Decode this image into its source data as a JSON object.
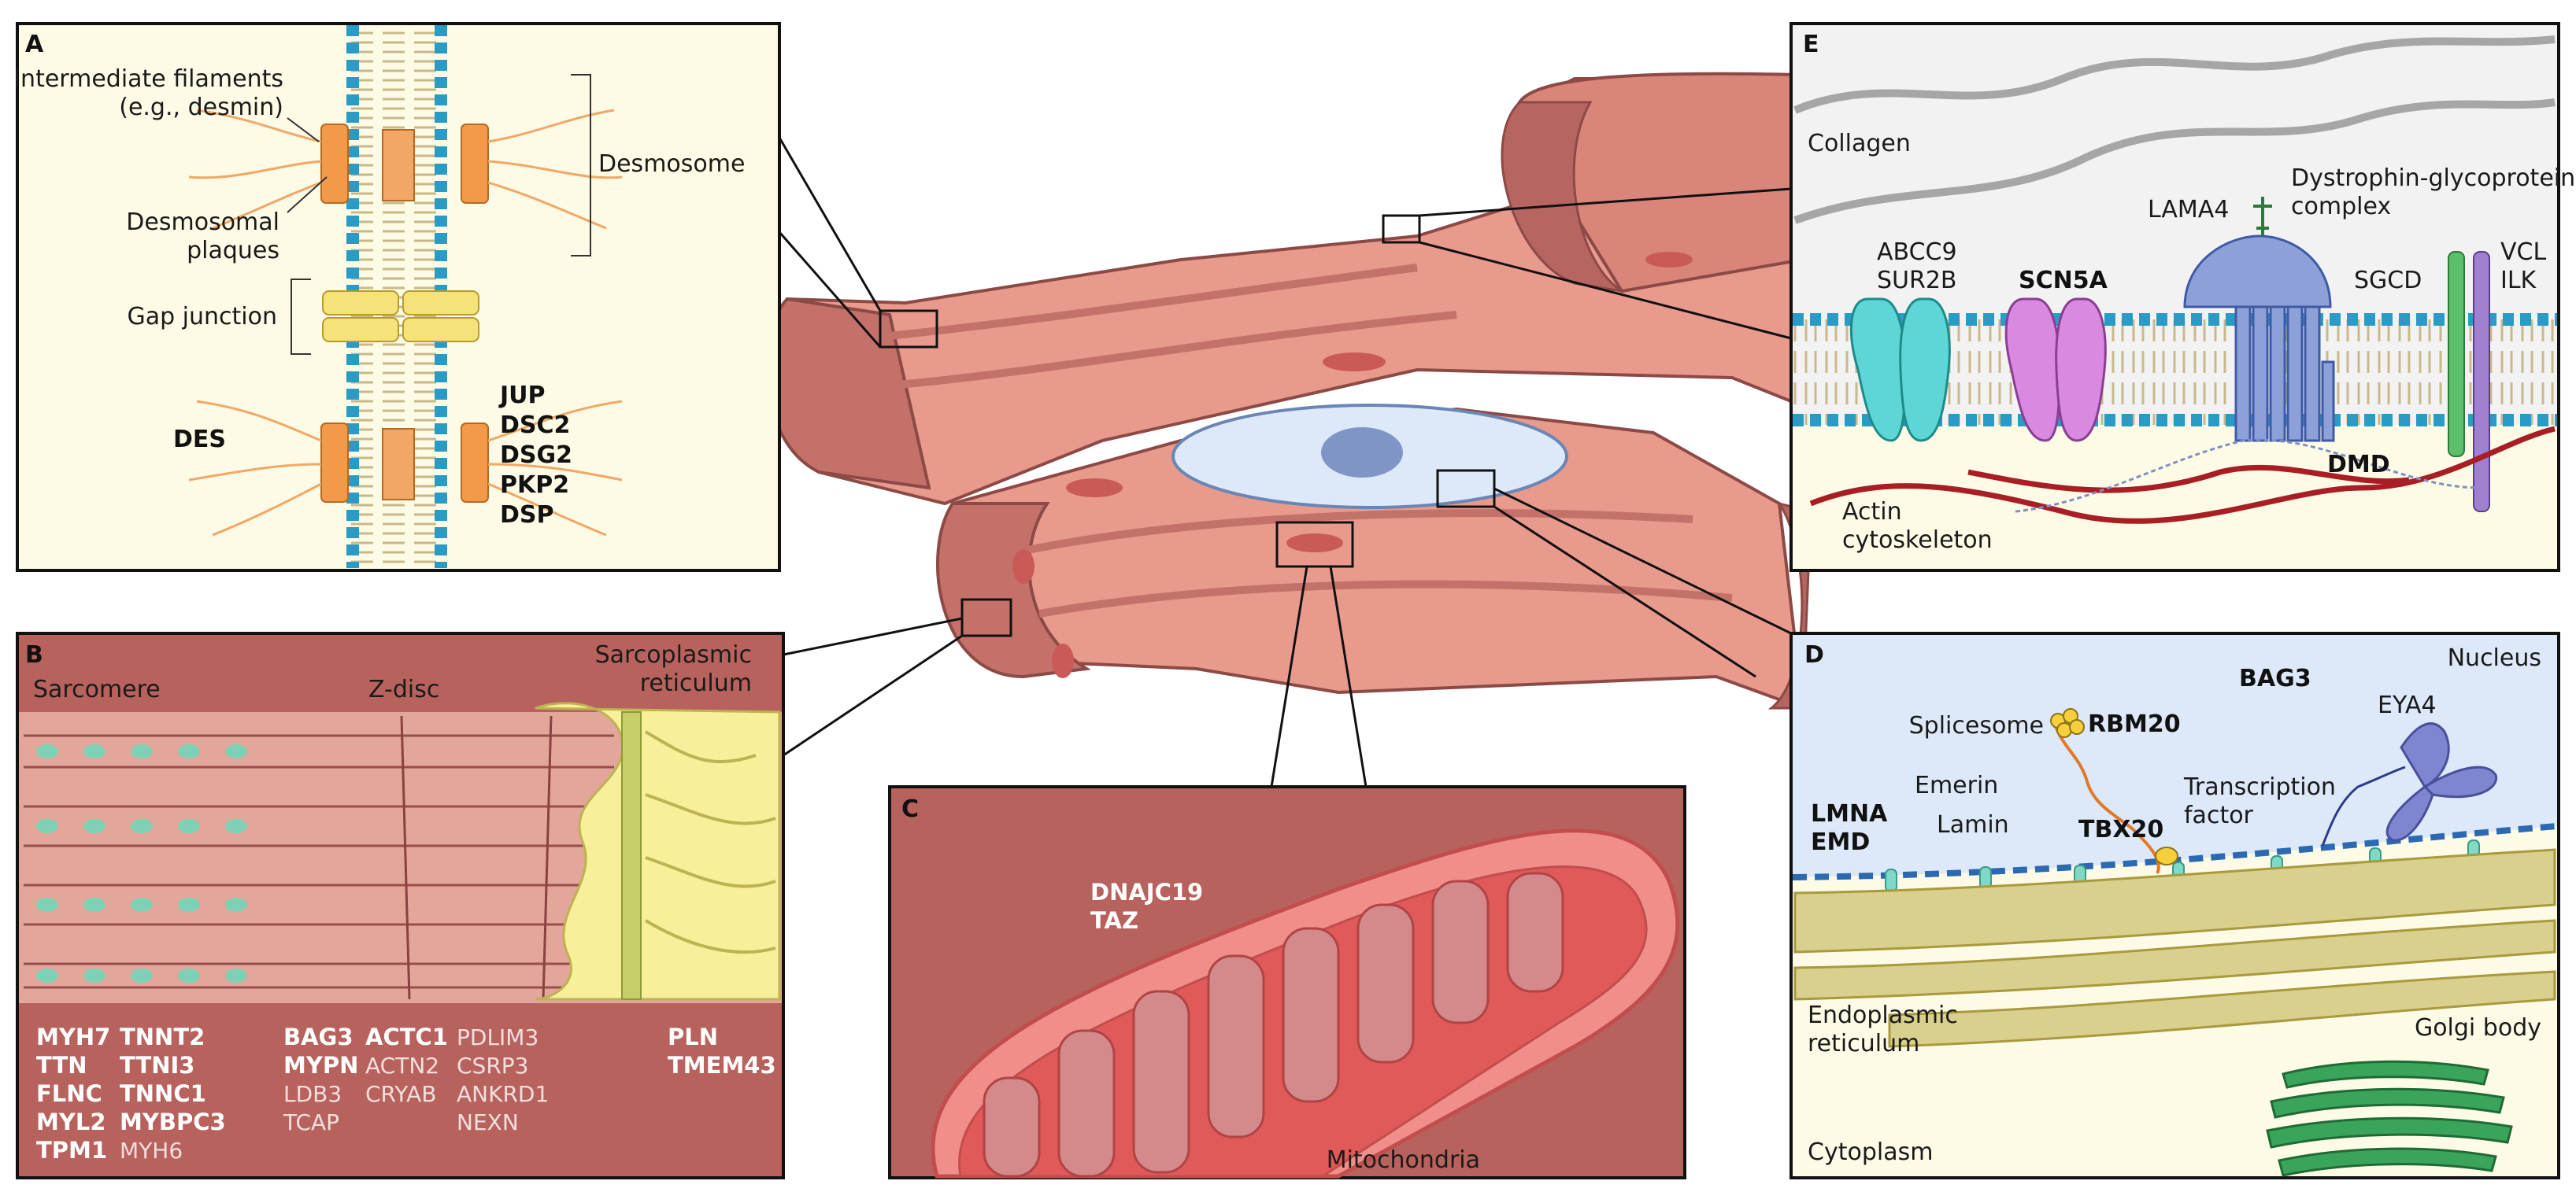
{
  "panels": {
    "A": {
      "letter": "A",
      "labels": {
        "intermediate_filaments_1": "Intermediate filaments",
        "intermediate_filaments_2": "(e.g., desmin)",
        "desmosomal_plaques_1": "Desmosomal",
        "desmosomal_plaques_2": "plaques",
        "desmosome": "Desmosome",
        "gap_junction": "Gap junction"
      },
      "genes_left": [
        "DES"
      ],
      "genes_right": [
        "JUP",
        "DSC2",
        "DSG2",
        "PKP2",
        "DSP"
      ]
    },
    "B": {
      "letter": "B",
      "labels": {
        "sarcomere": "Sarcomere",
        "z_disc": "Z-disc",
        "sr_1": "Sarcoplasmic",
        "sr_2": "reticulum"
      },
      "gene_col1": [
        "MYH7",
        "TTN",
        "FLNC",
        "MYL2",
        "TPM1"
      ],
      "gene_col2_bold": [
        "TNNT2",
        "TTNI3",
        "TNNC1",
        "MYBPC3"
      ],
      "gene_col2_light": [
        "MYH6"
      ],
      "gene_col3_bold": [
        "BAG3",
        "MYPN"
      ],
      "gene_col3_light": [
        "LDB3",
        "TCAP"
      ],
      "gene_col4_bold": [
        "ACTC1"
      ],
      "gene_col4_light": [
        "ACTN2",
        "CRYAB"
      ],
      "gene_col5_light": [
        "PDLIM3",
        "CSRP3",
        "ANKRD1",
        "NEXN"
      ],
      "gene_col6_bold": [
        "PLN",
        "TMEM43"
      ]
    },
    "C": {
      "letter": "C",
      "genes": [
        "DNAJC19",
        "TAZ"
      ],
      "label": "Mitochondria"
    },
    "D": {
      "letter": "D",
      "labels": {
        "nucleus": "Nucleus",
        "splicesome": "Splicesome",
        "eya4": "EYA4",
        "emerin": "Emerin",
        "lamin": "Lamin",
        "tf_1": "Transcription",
        "tf_2": "factor",
        "er_1": "Endoplasmic",
        "er_2": "reticulum",
        "golgi": "Golgi body",
        "cytoplasm": "Cytoplasm"
      },
      "genes": {
        "bag3": "BAG3",
        "rbm20": "RBM20",
        "tbx20": "TBX20",
        "lmna": "LMNA",
        "emd": "EMD"
      }
    },
    "E": {
      "letter": "E",
      "labels": {
        "collagen": "Collagen",
        "lama4": "LAMA4",
        "dgc_1": "Dystrophin-glycoprotein",
        "dgc_2": "complex",
        "abcc9": "ABCC9",
        "sur2b": "SUR2B",
        "sgcd": "SGCD",
        "vcl": "VCL",
        "ilk": "ILK",
        "actin_1": "Actin",
        "actin_2": "cytoskeleton"
      },
      "genes": {
        "scn5a": "SCN5A",
        "dmd": "DMD"
      }
    }
  },
  "colors": {
    "panel_a_bg": "#fdfbe6",
    "panel_b_bg": "#b8625e",
    "panel_c_bg": "#b8625e",
    "panel_d_nucleus": "#dde9f9",
    "panel_d_cytoplasm": "#fdfbe6",
    "panel_e_bg": "#f2f2f2",
    "cell_fill": "#e89a8c",
    "cell_dark": "#c4716a",
    "membrane_blue": "#2a9bc4",
    "membrane_tan": "#c9b98a"
  }
}
